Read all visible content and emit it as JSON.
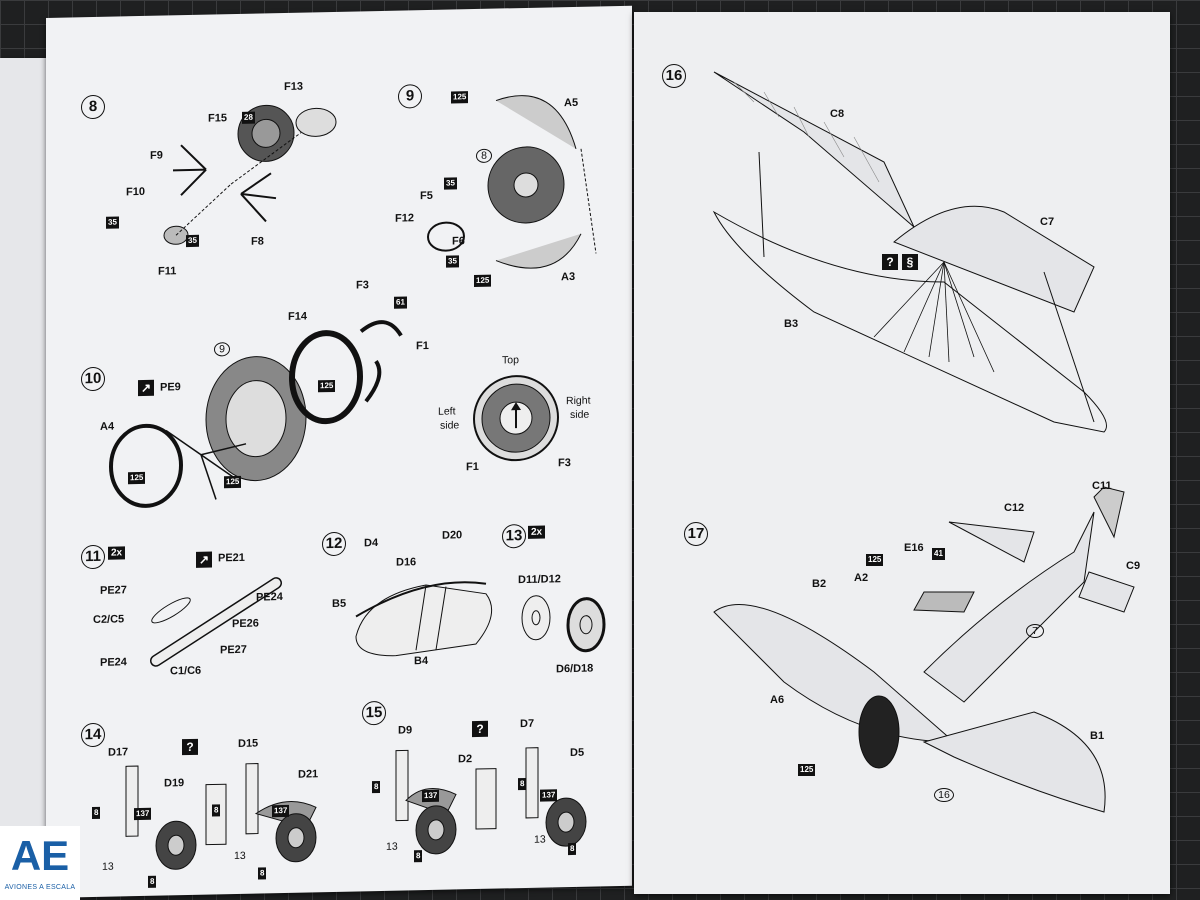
{
  "logo": {
    "mark": "AE",
    "tagline": "AVIONES A ESCALA"
  },
  "left_page": {
    "step8": {
      "num": "8",
      "labels": {
        "f13": "F13",
        "f15": "F15",
        "f9": "F9",
        "f10": "F10",
        "f8": "F8",
        "f11": "F11"
      },
      "badges": {
        "b28": "28",
        "b35a": "35",
        "b35b": "35"
      }
    },
    "step9": {
      "num": "9",
      "labels": {
        "a5": "A5",
        "sub8": "8",
        "f5": "F5",
        "f12": "F12",
        "f6": "F6",
        "a3": "A3"
      },
      "badges": {
        "b125a": "125",
        "b35a": "35",
        "b35b": "35",
        "b125b": "125"
      }
    },
    "step10": {
      "num": "10",
      "labels": {
        "f3": "F3",
        "f14": "F14",
        "sub9": "9",
        "f1": "F1",
        "pe9": "PE9",
        "a4": "A4"
      },
      "badges": {
        "b61": "61",
        "b125a": "125",
        "b125b": "125",
        "b125c": "125"
      },
      "orient": {
        "top": "Top",
        "left1": "Left",
        "left2": "side",
        "right1": "Right",
        "right2": "side",
        "f1": "F1",
        "f3": "F3"
      }
    },
    "step11": {
      "num": "11",
      "mult": "2x",
      "labels": {
        "pe21": "PE21",
        "pe27a": "PE27",
        "pe24a": "PE24",
        "c2c5": "C2/C5",
        "pe26": "PE26",
        "pe27b": "PE27",
        "pe24b": "PE24",
        "c1c6": "C1/C6"
      }
    },
    "step12": {
      "num": "12",
      "labels": {
        "d4": "D4",
        "d20": "D20",
        "d16": "D16",
        "b5": "B5",
        "b4": "B4"
      }
    },
    "step13": {
      "num": "13",
      "mult": "2x",
      "labels": {
        "d11d12": "D11/D12",
        "d6d18": "D6/D18"
      }
    },
    "step14": {
      "num": "14",
      "q": "?",
      "labels": {
        "d17": "D17",
        "d19": "D19",
        "d15": "D15",
        "d21": "D21",
        "s13a": "13",
        "s13b": "13"
      },
      "badges": {
        "b8a": "8",
        "b137a": "137",
        "b8b": "8",
        "b8c": "8",
        "b137b": "137",
        "b8d": "8"
      }
    },
    "step15": {
      "num": "15",
      "q": "?",
      "labels": {
        "d9": "D9",
        "d2": "D2",
        "d7": "D7",
        "d5": "D5",
        "s13a": "13",
        "s13b": "13"
      },
      "badges": {
        "b8a": "8",
        "b137a": "137",
        "b8b": "8",
        "b8c": "8",
        "b137b": "137",
        "b8d": "8"
      }
    }
  },
  "right_page": {
    "step16": {
      "num": "16",
      "labels": {
        "c8": "C8",
        "c7": "C7",
        "b3": "B3"
      },
      "icons": {
        "q": "?",
        "s": "§"
      }
    },
    "step17": {
      "num": "17",
      "labels": {
        "c11": "C11",
        "c12": "C12",
        "e16": "E16",
        "b2": "B2",
        "a2": "A2",
        "c9": "C9",
        "sub7": "7",
        "a6": "A6",
        "b1": "B1",
        "sub16": "16"
      },
      "badges": {
        "b125a": "125",
        "b41": "41",
        "b125b": "125"
      }
    }
  },
  "colors": {
    "paper": "#f1f2f4",
    "ink": "#111111",
    "mat": "#1f2021",
    "logo_blue": "#1a5fa6"
  }
}
